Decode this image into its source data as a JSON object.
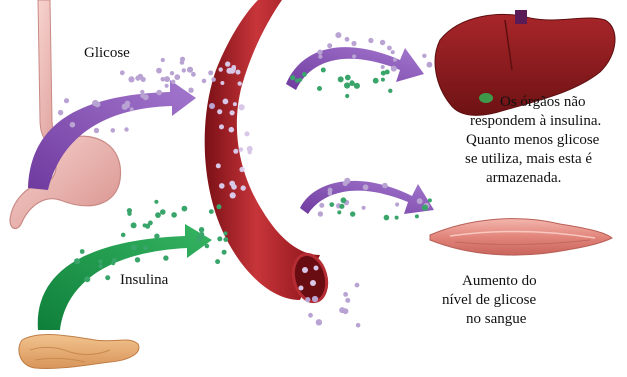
{
  "labels": {
    "glucose": "Glicose",
    "insulin": "Insulina",
    "organs_line1": "Os órgãos não",
    "organs_line2": "respondem à insulina.",
    "organs_line3": "Quanto menos glicose",
    "organs_line4": "se utiliza, mais esta é",
    "organs_line5": "armazenada.",
    "blood_line1": "Aumento do",
    "blood_line2": "nível de glicose",
    "blood_line3": "no sangue"
  },
  "icons": {
    "stomach": "stomach-icon",
    "pancreas": "pancreas-icon",
    "blood_vessel": "blood-vessel-icon",
    "liver": "liver-icon",
    "muscle": "muscle-icon",
    "glucose_arrow": "purple-arrow-icon",
    "insulin_arrow": "green-arrow-icon"
  },
  "colors": {
    "glucose_particle": "#b9a3d3",
    "insulin_particle": "#3aa56a",
    "glucose_arrow": "#8d5ab8",
    "insulin_arrow": "#1e9a4a",
    "vessel": "#b0282f",
    "liver": "#8f1b1d",
    "muscle": "#e2928a",
    "pancreas": "#e9b27b",
    "stomach": "#f2c1bd"
  }
}
